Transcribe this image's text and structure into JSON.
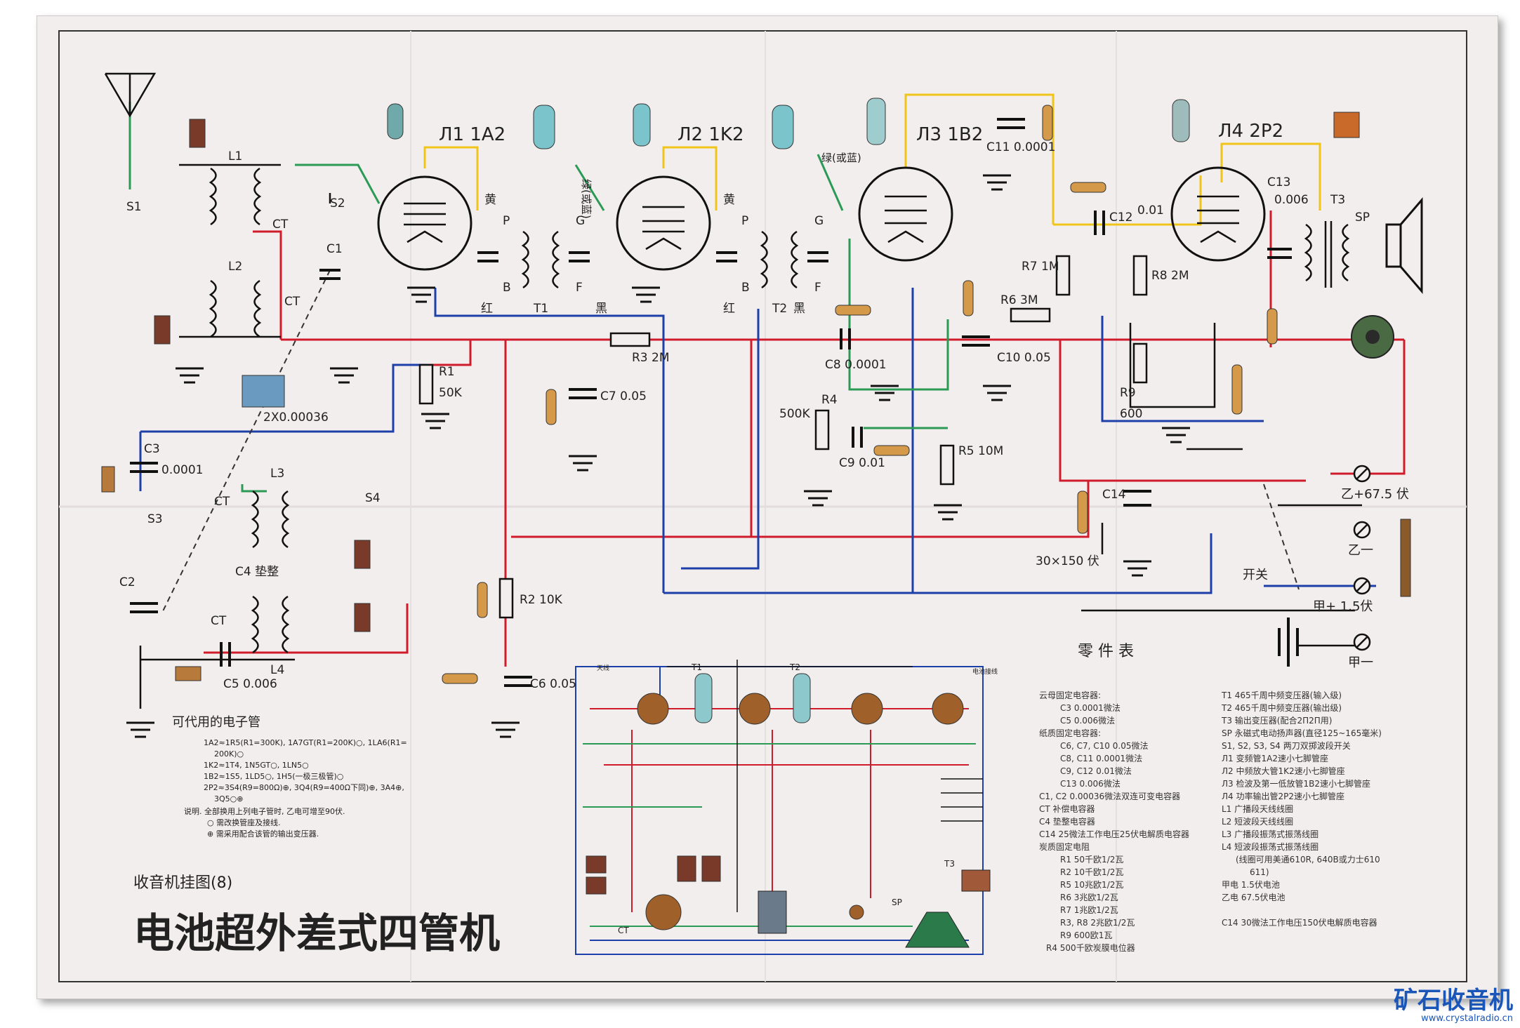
{
  "poster": {
    "series_label": "收音机挂图(8)",
    "main_title": "电池超外差式四管机",
    "parts_heading": "零 件 表",
    "subs_heading": "可代用的电子管"
  },
  "tubes": [
    {
      "id": "V1",
      "label": "Л1 1A2"
    },
    {
      "id": "V2",
      "label": "Л2 1K2"
    },
    {
      "id": "V3",
      "label": "Л3 1B2"
    },
    {
      "id": "V4",
      "label": "Л4 2P2"
    }
  ],
  "components": {
    "L1": "L1",
    "L2": "L2",
    "L3": "L3",
    "L4": "L4",
    "S1": "S1",
    "S2": "S2",
    "S3": "S3",
    "S4": "S4",
    "C1": "C1",
    "C2": "C2",
    "C3": "C3",
    "C3v": "0.0001",
    "C4": "C4 垫整",
    "C5": "C5 0.006",
    "C6": "C6 0.05",
    "C7": "C7 0.05",
    "C8": "C8 0.0001",
    "C9": "C9 0.01",
    "C10": "C10 0.05",
    "C11": "C11 0.0001",
    "C12": "C12",
    "C12v": "0.01",
    "C13": "C13",
    "C13v": "0.006",
    "C14": "C14",
    "C14v": "30×150 伏",
    "R1": "R1",
    "R1v": "50K",
    "R2": "R2 10K",
    "R3": "R3 2M",
    "R4": "R4",
    "R4v": "500K",
    "R5": "R5 10M",
    "R6": "R6 3M",
    "R7": "R7 1M",
    "R8": "R8 2M",
    "R9": "R9",
    "R9v": "600",
    "gang": "2X0.00036",
    "T1": "T1",
    "T2": "T2",
    "T3": "T3",
    "SP": "SP",
    "CT": "CT",
    "yellow": "黄",
    "red": "红",
    "black": "黑",
    "green": "绿(或蓝)",
    "P": "P",
    "B": "B",
    "G": "G",
    "F": "F"
  },
  "terminals": [
    {
      "id": "b_plus",
      "label": "乙+67.5 伏"
    },
    {
      "id": "b_minus",
      "label": "乙一"
    },
    {
      "id": "a_plus",
      "label": "甲+ 1.5伏"
    },
    {
      "id": "a_minus",
      "label": "甲一"
    },
    {
      "id": "switch",
      "label": "开关"
    }
  ],
  "substitutes": [
    "1A2≈1R5(R1=300K), 1A7GT(R1=200K)○, 1LA6(R1=",
    "200K)○",
    "1K2≈1T4, 1N5GT○, 1LN5○",
    "1B2≈1S5, 1LD5○, 1H5(一极三极管)○",
    "2P2≈3S4(R9=800Ω)⊕, 3Q4(R9=400Ω下同)⊕, 3A4⊕,",
    "3Q5○⊕",
    "说明. 全部换用上列电子管时, 乙电可增至90伏.",
    "○ 需改换管座及接线.",
    "⊕ 需采用配合该管的输出变压器."
  ],
  "parts_left": [
    "云母固定电容器:",
    "C3   0.0001微法",
    "C5   0.006微法",
    "纸质固定电容器:",
    "C6, C7, C10  0.05微法",
    "C8, C11  0.0001微法",
    "C9, C12  0.01微法",
    "C13  0.006微法",
    "C1, C2  0.00036微法双连可变电容器",
    "CT  补偿电容器",
    "C4  垫整电容器",
    "C14  25微法工作电压25伏电解质电容器",
    "炭质固定电阻",
    "R1  50千欧1/2瓦",
    "R2  10千欧1/2瓦",
    "R5  10兆欧1/2瓦",
    "R6  3兆欧1/2瓦",
    "R7  1兆欧1/2瓦",
    "R3, R8  2兆欧1/2瓦",
    "R9  600欧1瓦",
    "R4  500千欧炭膜电位器"
  ],
  "parts_right": [
    "T1  465千周中频变压器(输入级)",
    "T2  465千周中频变压器(输出级)",
    "T3  输出变压器(配合2П2П用)",
    "SP  永磁式电动扬声器(直径125~165毫米)",
    "S1, S2, S3, S4  两刀双掷波段开关",
    "Л1  变频管1A2速小七脚管座",
    "Л2  中频放大管1K2速小七脚管座",
    "Л3  检波及第一低放管1B2速小七脚管座",
    "Л4  功率输出管2P2速小七脚管座",
    "L1  广播段天线线圈",
    "L2  短波段天线线圈",
    "L3  广播段振荡式振荡线圈",
    "L4  短波段振荡式振荡线圈",
    "(线圈可用美通610R, 640B或力士610",
    "611)",
    "甲电  1.5伏电池",
    "乙电  67.5伏电池",
    "C14  30微法工作电压150伏电解质电容器"
  ],
  "wiring_labels": {
    "t1": "T1",
    "t2": "T2",
    "t3": "T3",
    "sp": "SP",
    "ct": "CT",
    "ant": "天线",
    "batt": "电池接线"
  },
  "credit": {
    "brand": "矿石收音机",
    "url": "www.crystalradio.cn"
  },
  "colors": {
    "red": "#d01c2a",
    "blue": "#1c3fa8",
    "green": "#2a9a55",
    "yellow": "#f0c419",
    "black": "#111111",
    "paper": "#f3eeee"
  }
}
